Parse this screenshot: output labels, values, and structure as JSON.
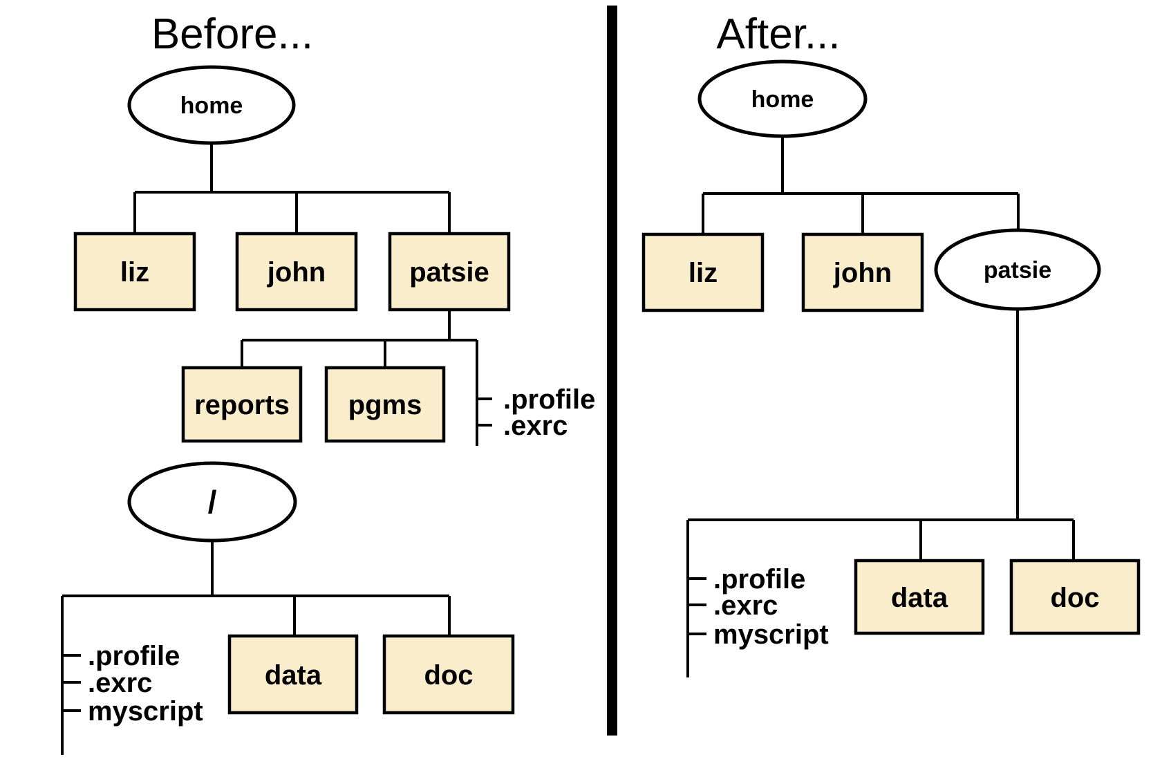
{
  "colors": {
    "background": "#FFFFFF",
    "box_fill": "#FAEDCB",
    "stroke": "#000000",
    "divider": "#000000"
  },
  "before": {
    "title": "Before...",
    "home": "home",
    "liz": "liz",
    "john": "john",
    "patsie": "patsie",
    "reports": "reports",
    "pgms": "pgms",
    "patsie_files": [
      ".profile",
      ".exrc"
    ],
    "root": "/",
    "root_children": {
      "data": "data",
      "doc": "doc"
    },
    "root_files": [
      ".profile",
      ".exrc",
      "myscript"
    ]
  },
  "after": {
    "title": "After...",
    "home": "home",
    "liz": "liz",
    "john": "john",
    "patsie": "patsie",
    "patsie_children": {
      "data": "data",
      "doc": "doc"
    },
    "patsie_files": [
      ".profile",
      ".exrc",
      "myscript"
    ]
  }
}
